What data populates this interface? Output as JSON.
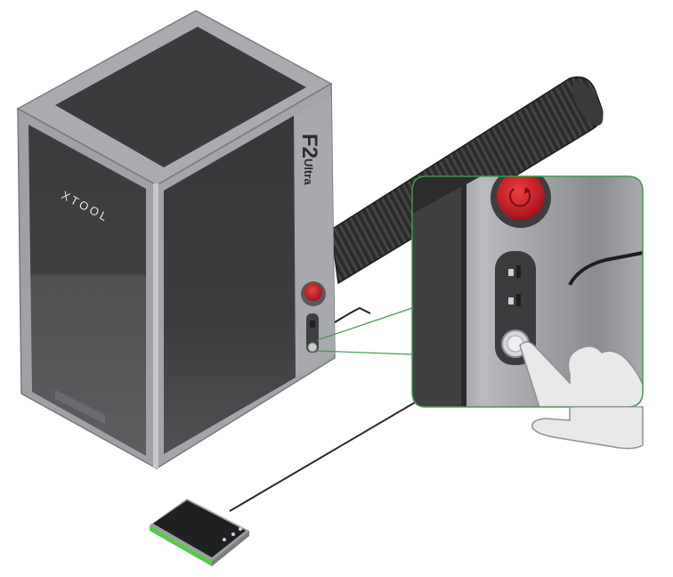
{
  "device": {
    "brand": "XTOOL",
    "model_number": "F2",
    "model_suffix": "Ultra"
  },
  "colors": {
    "body_metal": "#9ea0a3",
    "body_metal_dark": "#6f7174",
    "glass": "#3c3d3f",
    "glass_light": "#58595b",
    "lid": "#3a3b3d",
    "estop_red": "#d21f2b",
    "callout_green": "#3f9a4a",
    "remote_green": "#57c84a",
    "remote_body": "#1f2022",
    "hose": "#2a2a2a"
  },
  "icons": {
    "estop": "emergency-stop-button",
    "key": "key-switch",
    "power": "power-button",
    "hand": "pointing-hand"
  }
}
